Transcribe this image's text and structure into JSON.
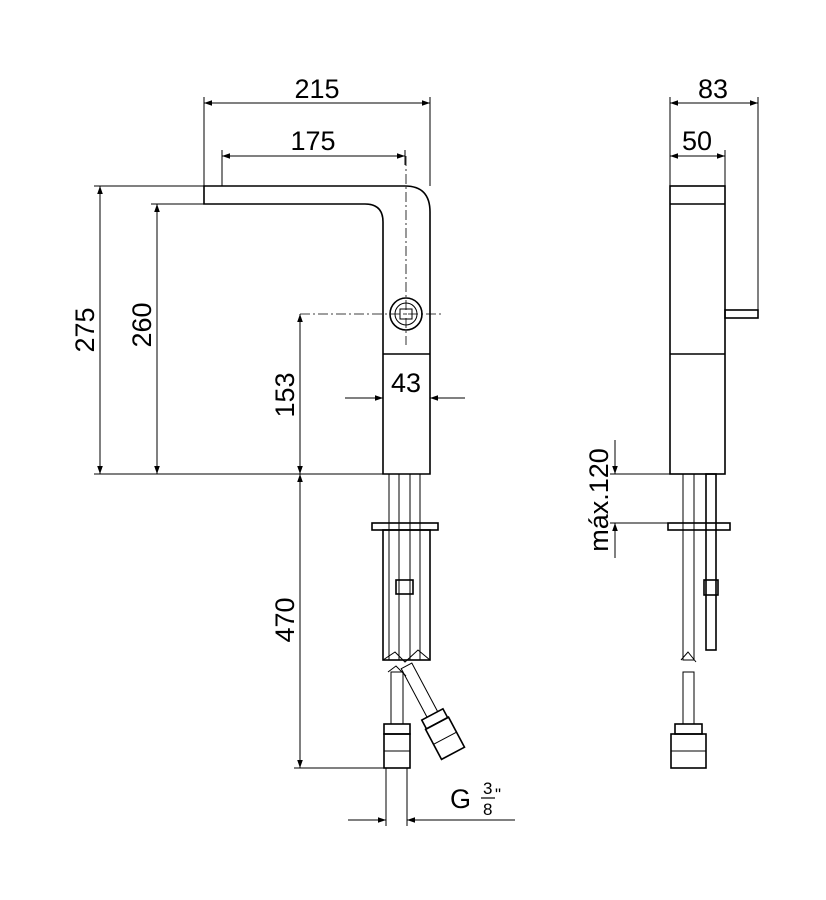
{
  "front_view": {
    "dim_overall_reach": "215",
    "dim_spout_reach": "175",
    "dim_overall_height": "275",
    "dim_spout_height": "260",
    "dim_lever_height": "153",
    "dim_body_width": "43",
    "dim_hose_length": "470",
    "thread_prefix": "G",
    "thread_num": "3",
    "thread_den": "8",
    "thread_unit": "\""
  },
  "side_view": {
    "dim_overall_depth": "83",
    "dim_body_depth": "50",
    "dim_max_thickness": "máx.120"
  }
}
